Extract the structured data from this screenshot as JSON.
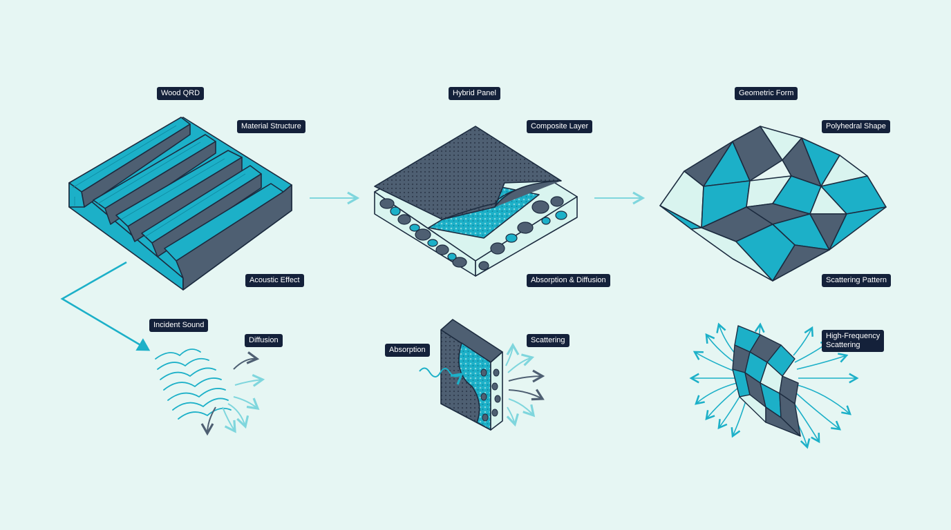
{
  "colors": {
    "background": "#e6f6f3",
    "teal": "#1cb0c8",
    "teal_light": "#7fd6dd",
    "slate": "#4e5f72",
    "slate_dark": "#2f3b4c",
    "pale": "#d9f4ef",
    "outline": "#1c2b3f",
    "label_bg": "#14213a",
    "label_text": "#ffffff"
  },
  "labels": {
    "wood_qrd": "Wood QRD",
    "material_structure": "Material Structure",
    "acoustic_effect": "Acoustic Effect",
    "hybrid_panel": "Hybrid Panel",
    "composite_layer": "Composite Layer",
    "absorption_diffusion": "Absorption & Diffusion",
    "geometric_form": "Geometric Form",
    "polyhedral_shape": "Polyhedral Shape",
    "scattering_pattern": "Scattering Pattern",
    "incident_sound": "Incident Sound",
    "diffusion": "Diffusion",
    "absorption": "Absorption",
    "scattering": "Scattering",
    "high_frequency_scattering": "High-Frequency\nScattering"
  },
  "icons": {
    "flow_arrow": "right-arrow-icon",
    "sound_arrow": "incident-arrow-icon"
  }
}
